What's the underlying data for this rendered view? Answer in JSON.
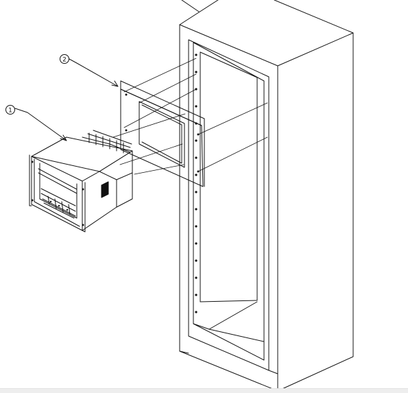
{
  "callouts": [
    {
      "label": "1",
      "part": "chassis"
    },
    {
      "label": "2",
      "part": "adapter-plate"
    }
  ],
  "colors": {
    "line": "#111111",
    "background": "#ffffff",
    "strip": "#eeeeee"
  }
}
